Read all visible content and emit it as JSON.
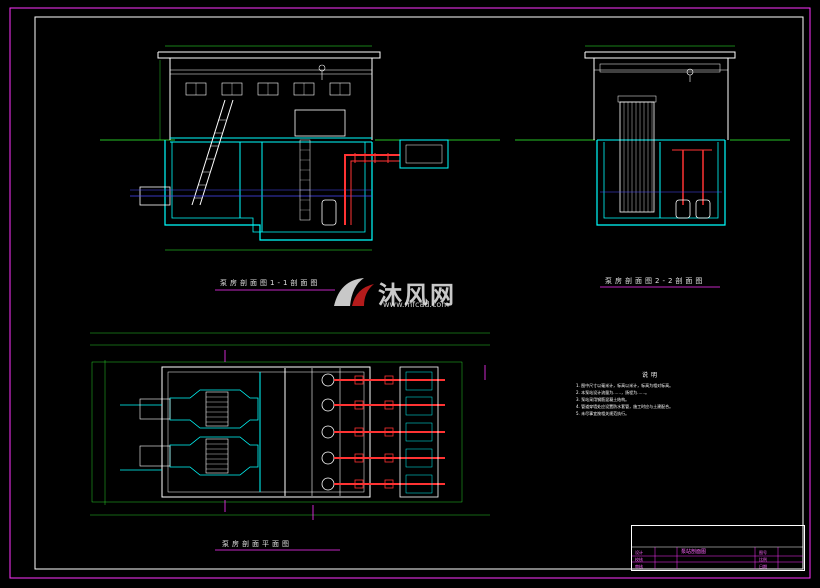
{
  "titles": {
    "section_1": "泵房剖面图1-1剖面图",
    "section_2": "泵房剖面图2-2剖面图",
    "plan": "泵房剖面平面图"
  },
  "notes": {
    "heading": "说明",
    "lines": [
      "1. 图中尺寸以毫米计，标高以米计，标高为相对标高。",
      "2. 本泵站设计流量为……，扬程为……。",
      "3. 泵站采用钢筋混凝土结构。",
      "4. 管道穿墙处应设置防水套管，施工时应与土建配合。",
      "5. 未尽事宜按相关规范执行。"
    ]
  },
  "watermark": {
    "brand": "沐风网",
    "url": "www.mfcad.com"
  },
  "title_block": {
    "drawing_name": "泵站剖面图",
    "fields": [
      "设计",
      "校核",
      "审核",
      "图号",
      "比例",
      "日期"
    ],
    "values": [
      "",
      "",
      "",
      "",
      "",
      ""
    ]
  },
  "colors": {
    "background": "#000000",
    "frame": "#ff33ff",
    "structure": "#ffffff",
    "concrete": "#00ffff",
    "dimension": "#33ff33",
    "pipe": "#ff3333",
    "water": "#4d4dff"
  }
}
